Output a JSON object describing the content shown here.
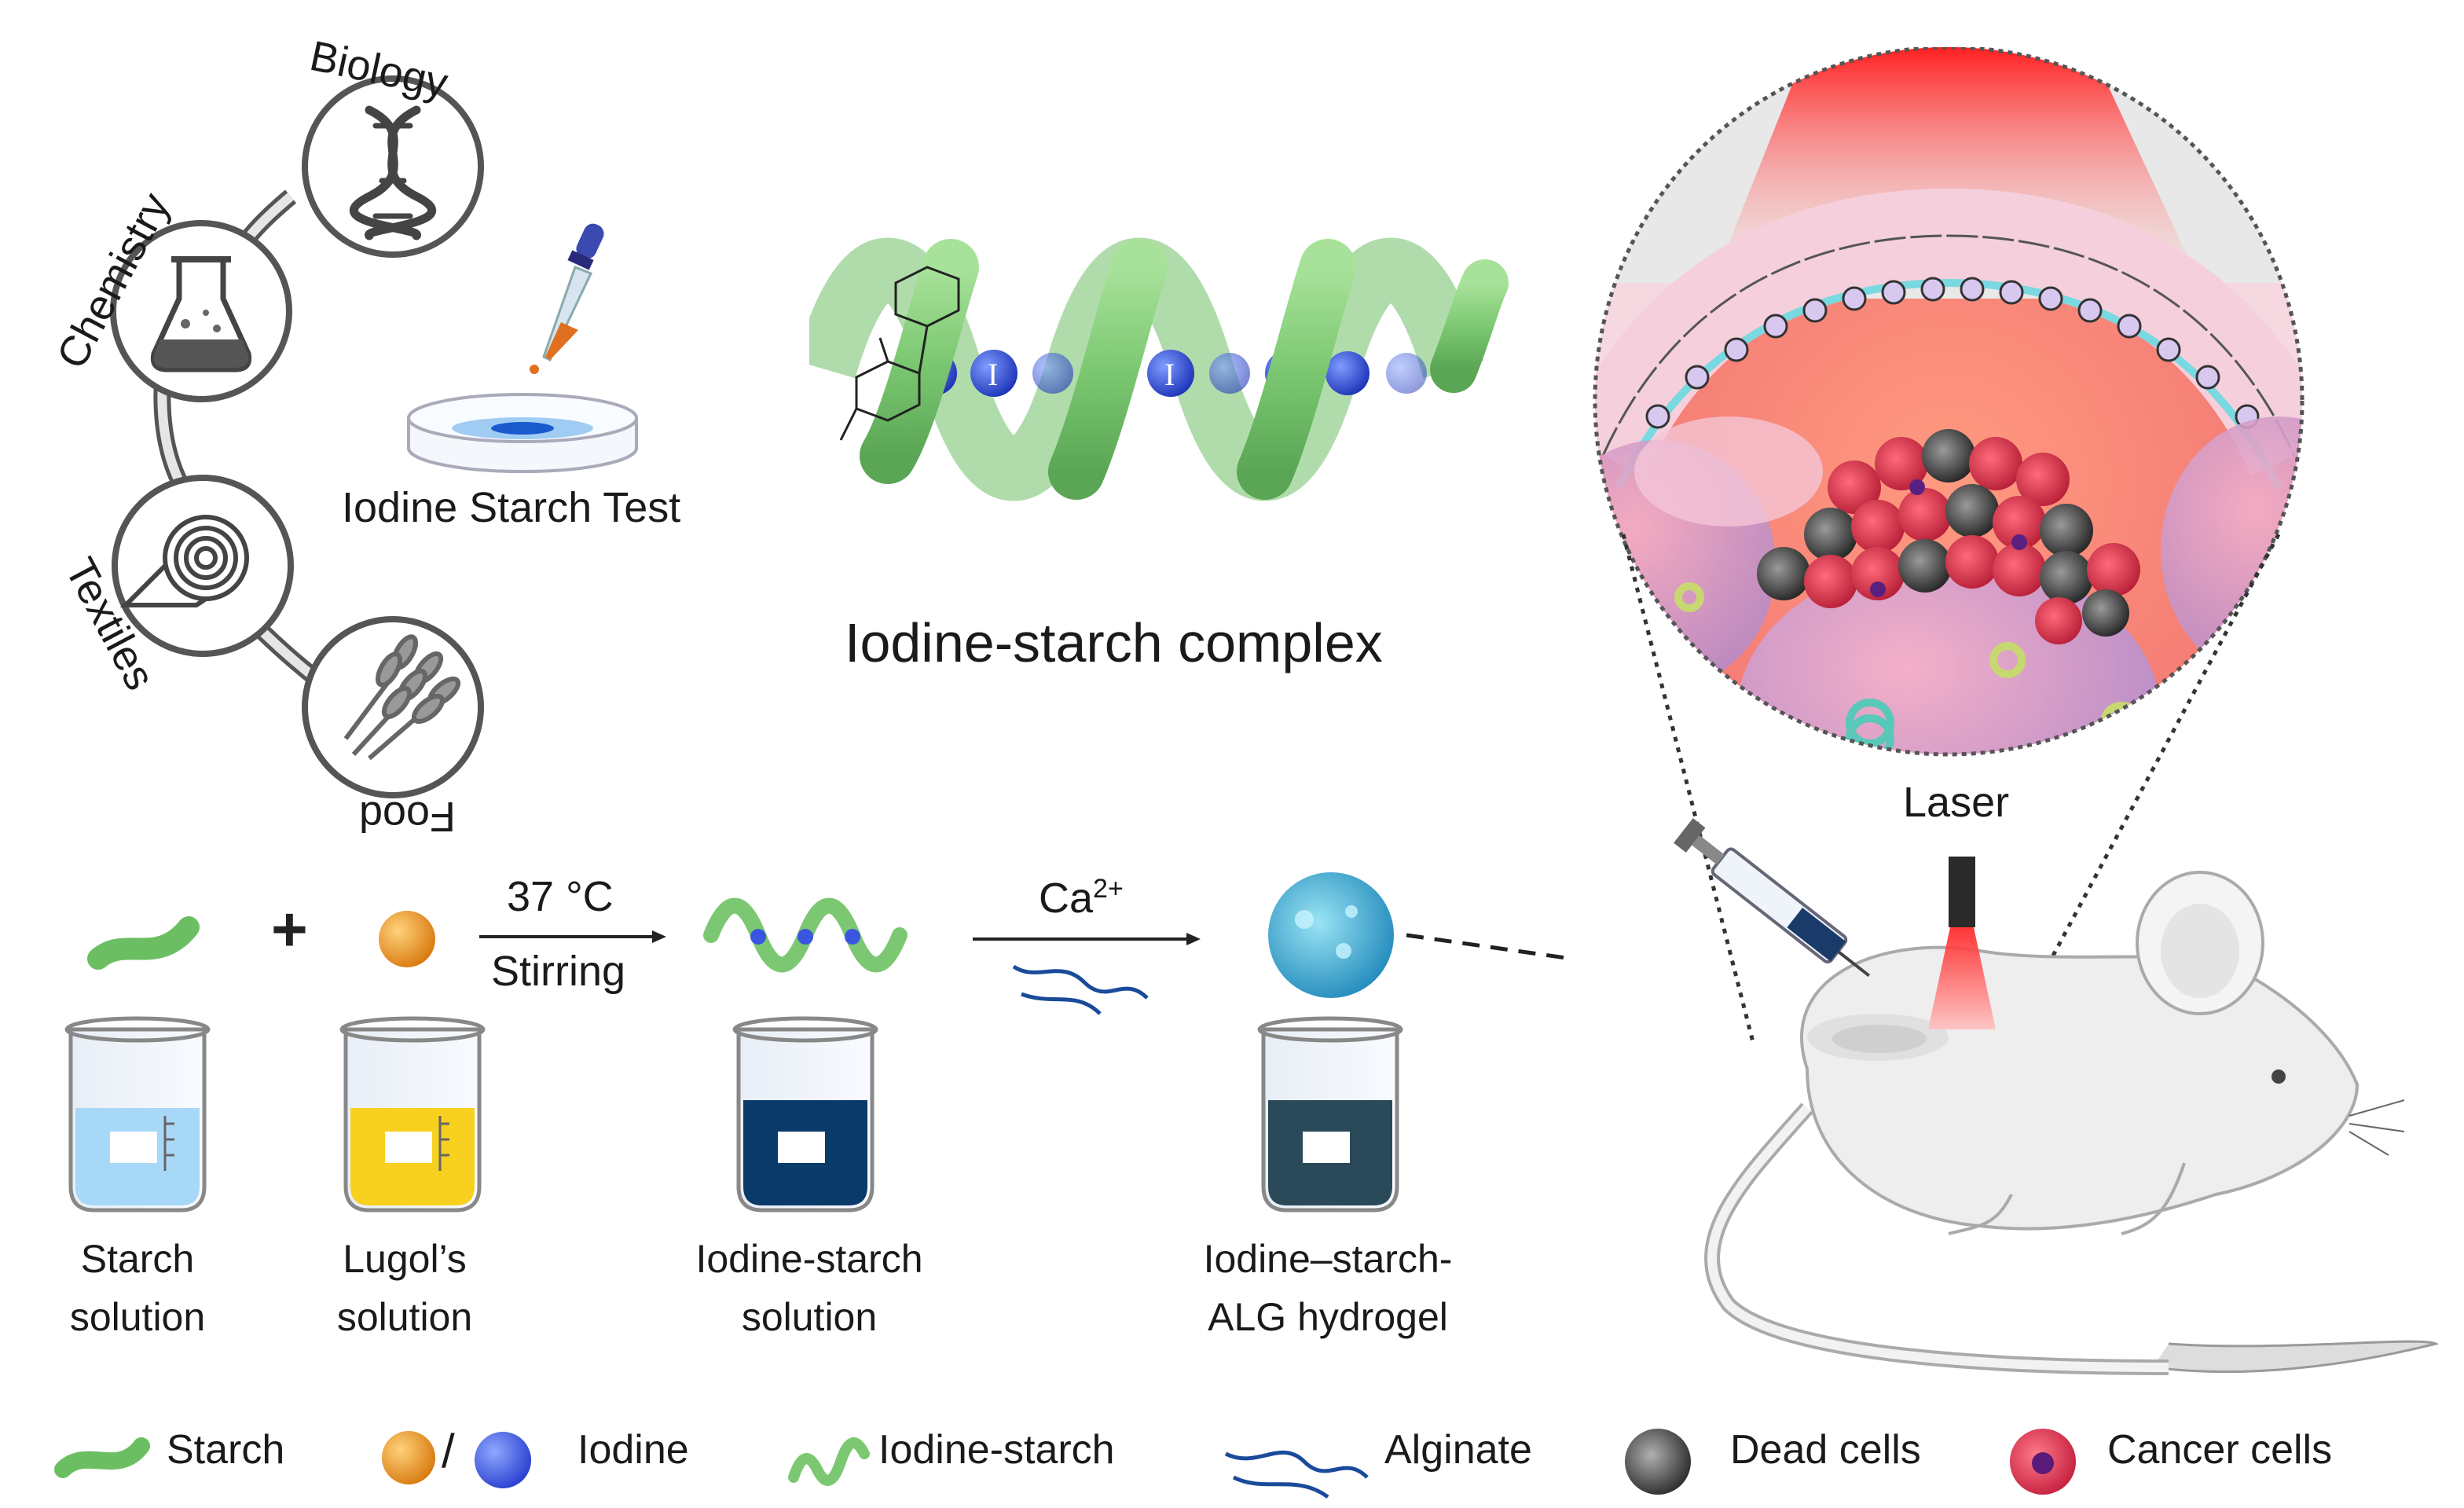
{
  "fields": {
    "biology": "Biology",
    "chemistry": "Chemistry",
    "textiles": "Textiles",
    "food": "Food"
  },
  "test_label": "Iodine Starch Test",
  "complex": {
    "title": "Iodine-starch complex",
    "iodine_symbol": "I"
  },
  "process": {
    "plus": "+",
    "step1_top": "37 °C",
    "step1_bottom": "Stirring",
    "step2_ion": "Ca",
    "step2_charge": "2+"
  },
  "beakers": [
    {
      "line1": "Starch",
      "line2": "solution"
    },
    {
      "line1": "Lugol’s",
      "line2": "solution"
    },
    {
      "line1": "Iodine-starch",
      "line2": "solution"
    },
    {
      "line1": "Iodine–starch-",
      "line2": "ALG hydrogel"
    }
  ],
  "laser_label": "Laser",
  "legend": [
    {
      "label": "Starch",
      "icon": "starch-icon"
    },
    {
      "label": "Iodine",
      "icon": "iodine-icon",
      "separator": "/"
    },
    {
      "label": "Iodine-starch",
      "icon": "iodine-starch-icon"
    },
    {
      "label": "Alginate",
      "icon": "alginate-icon"
    },
    {
      "label": "Dead cells",
      "icon": "dead-cell-icon"
    },
    {
      "label": "Cancer cells",
      "icon": "cancer-cell-icon"
    }
  ],
  "colors": {
    "starch_green": "#8fd18a",
    "iodine_orange": "#f0a030",
    "iodine_blue": "#3a55e0",
    "laser_red": "#e8202a",
    "hydrogel_cyan": "#4ab8d8",
    "cancer_red": "#d8304a",
    "dead_gray": "#404040"
  }
}
